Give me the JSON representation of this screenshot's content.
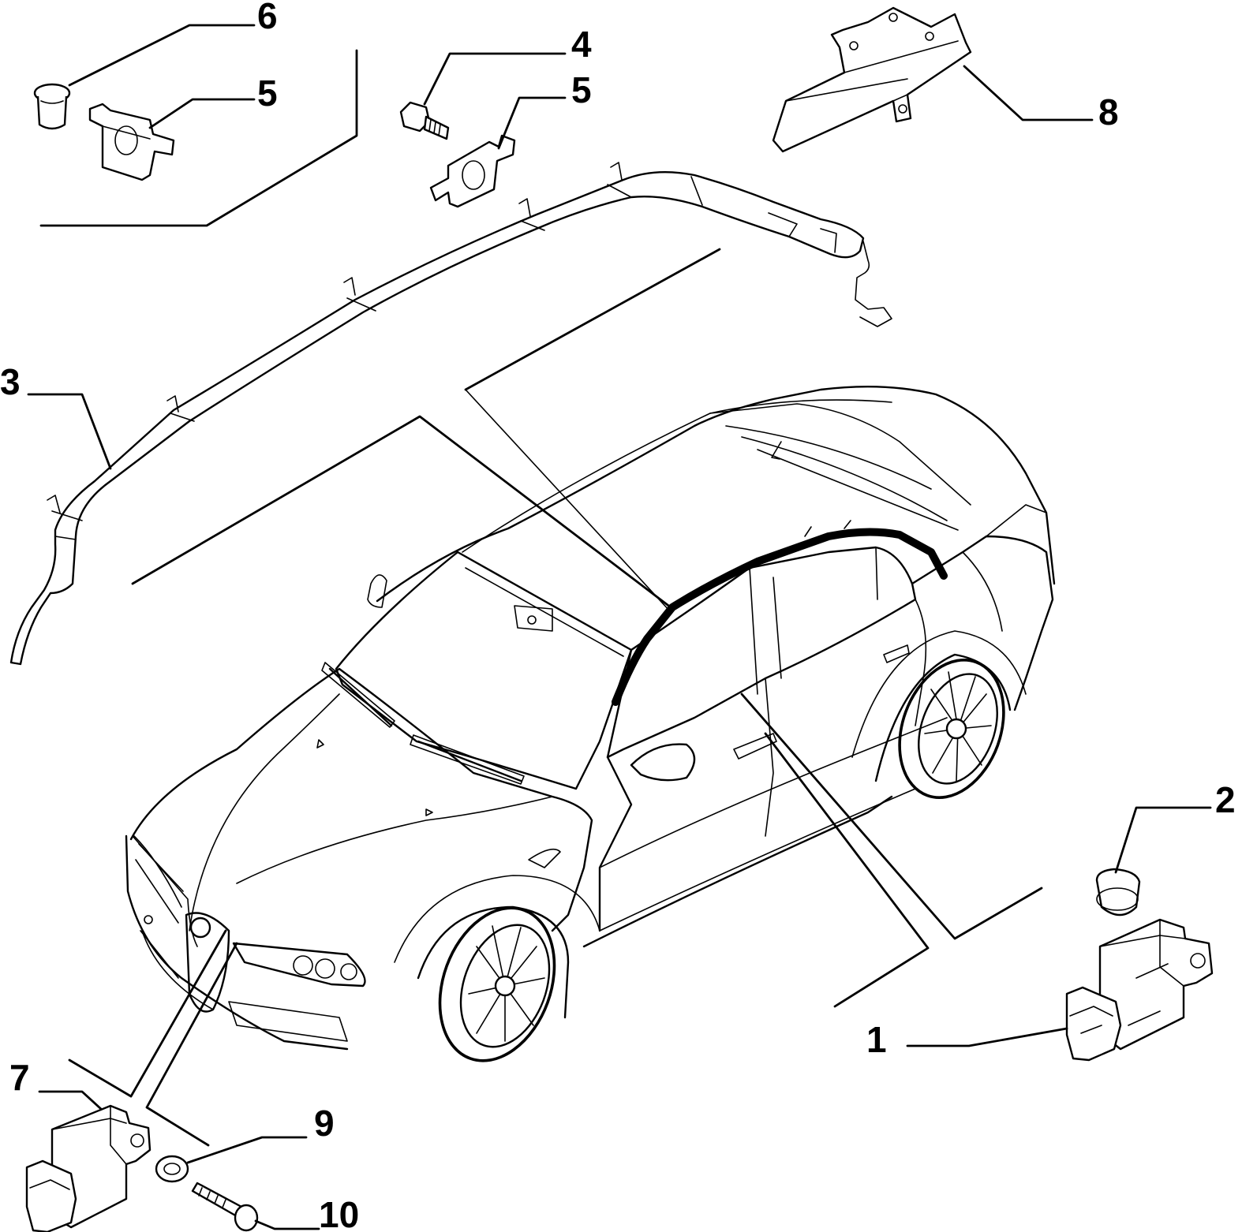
{
  "diagram": {
    "callouts": [
      "6",
      "5",
      "4",
      "5",
      "8",
      "3",
      "2",
      "1",
      "7",
      "9",
      "10"
    ]
  }
}
